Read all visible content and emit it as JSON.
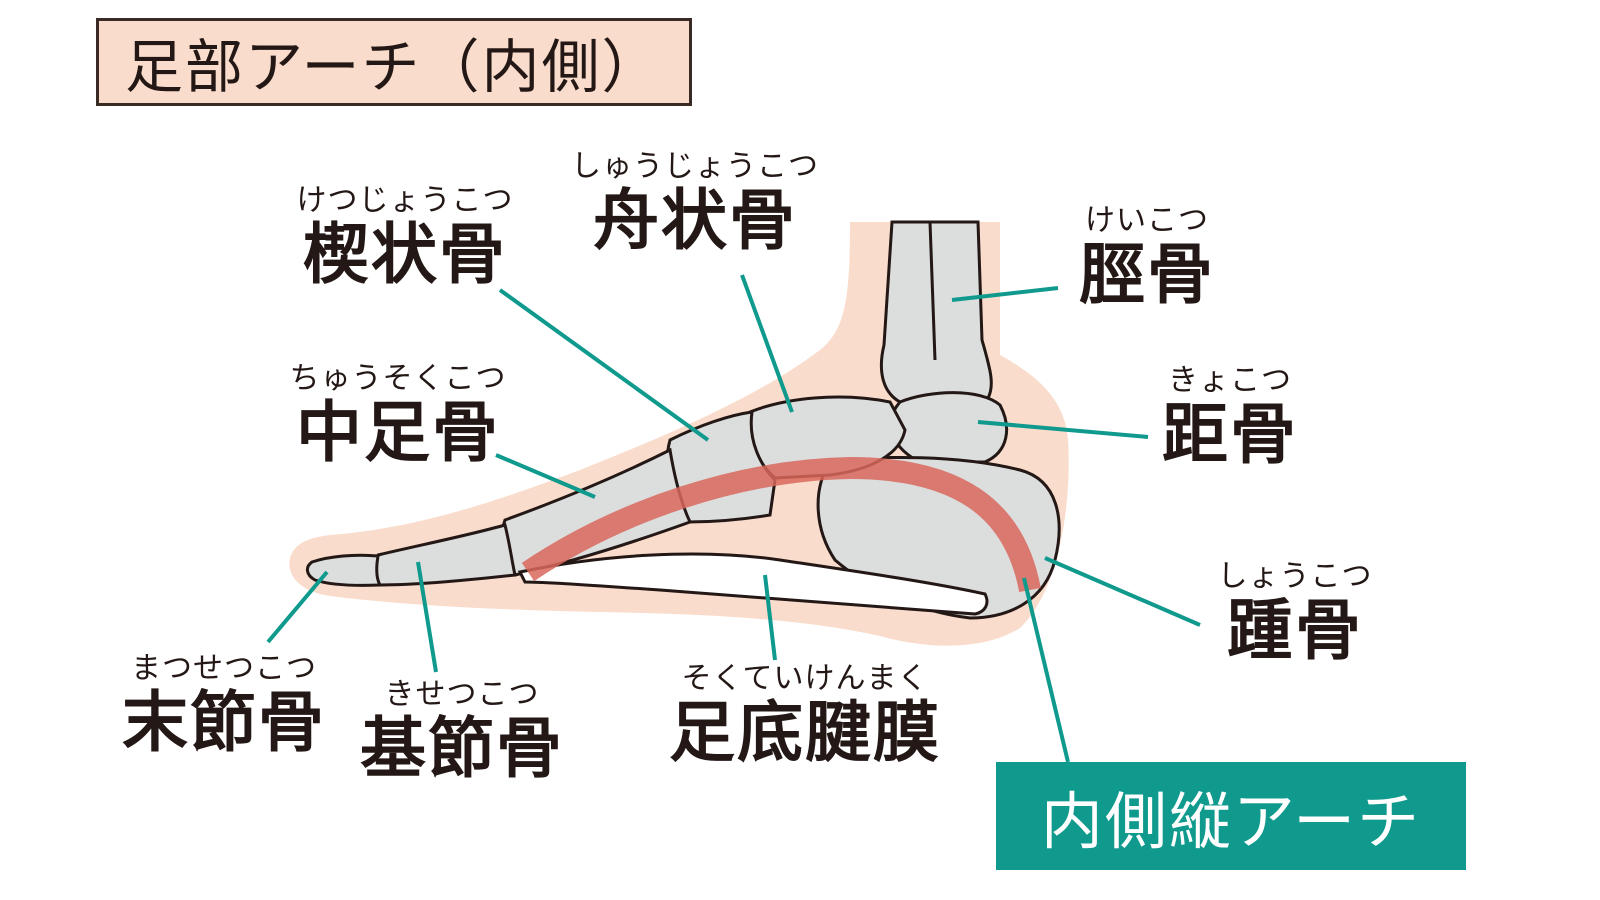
{
  "title": "足部アーチ（内側）",
  "labels": {
    "cuneiform": {
      "ruby": "けつじょうこつ",
      "name": "楔状骨"
    },
    "navicular": {
      "ruby": "しゅうじょうこつ",
      "name": "舟状骨"
    },
    "tibia": {
      "ruby": "けいこつ",
      "name": "脛骨"
    },
    "metatarsal": {
      "ruby": "ちゅうそくこつ",
      "name": "中足骨"
    },
    "talus": {
      "ruby": "きょこつ",
      "name": "距骨"
    },
    "calcaneus": {
      "ruby": "しょうこつ",
      "name": "踵骨"
    },
    "distal": {
      "ruby": "まつせつこつ",
      "name": "末節骨"
    },
    "proximal": {
      "ruby": "きせつこつ",
      "name": "基節骨"
    },
    "fascia": {
      "ruby": "そくていけんまく",
      "name": "足底腱膜"
    }
  },
  "arch_label": "内側縦アーチ",
  "colors": {
    "skin": "#f9dccb",
    "bone": "#dcdddd",
    "bone_outline": "#231815",
    "leader": "#0f9a8d",
    "arch": "#d9675c",
    "title_bg": "#f9dccb",
    "arch_label_bg": "#0f9a8d"
  }
}
